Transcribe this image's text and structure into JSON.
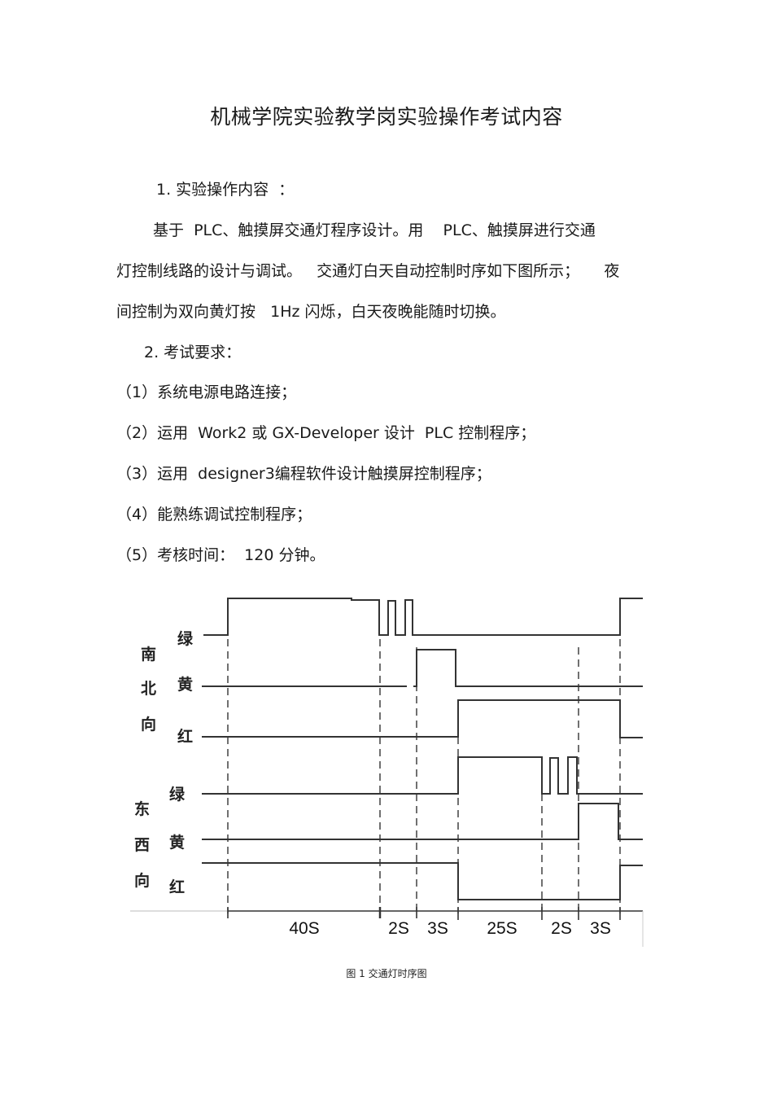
{
  "document": {
    "title": "机械学院实验教学岗实验操作考试内容",
    "section1": {
      "heading": "1. 实验操作内容  ：",
      "paragraph_lines": [
        "基于  PLC、触摸屏交通灯程序设计。用    PLC、触摸屏进行交通",
        "灯控制线路的设计与调试。   交通灯白天自动控制时序如下图所示；     夜",
        "间控制为双向黄灯按   1Hz 闪烁，白天夜晚能随时切换。"
      ]
    },
    "section2": {
      "heading": "2. 考试要求：",
      "items": [
        "（1）系统电源电路连接；",
        "（2）运用  Work2 或 GX-Developer 设计  PLC 控制程序；",
        "（3）运用  designer3编程软件设计触摸屏控制程序；",
        "（4）能熟练调试控制程序；",
        "（5）考核时间：  120 分钟。"
      ]
    },
    "figure_caption": "图  1  交通灯时序图"
  },
  "timing_diagram": {
    "groups": [
      {
        "name_chars": [
          "南",
          "北",
          "向"
        ],
        "signals": [
          "绿",
          "黄",
          "红"
        ]
      },
      {
        "name_chars": [
          "东",
          "西",
          "向"
        ],
        "signals": [
          "绿",
          "黄",
          "红"
        ]
      }
    ],
    "durations": [
      "40S",
      "2S",
      "3S",
      "25S",
      "2S",
      "3S"
    ]
  }
}
